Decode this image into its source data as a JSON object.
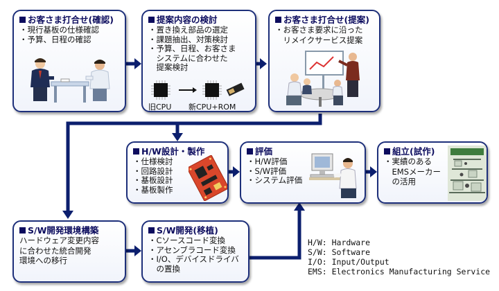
{
  "steps": {
    "confirm": {
      "title": "お客さま打合せ(確認)",
      "items": [
        "・現行基板の仕様確認",
        "・予算、日程の確認"
      ]
    },
    "review": {
      "title": "提案内容の検討",
      "items": [
        "・置き換え部品の選定",
        "・課題抽出、対策検討",
        "・予算、日程、お客さま",
        "　システムに合わせた",
        "　提案検討"
      ],
      "old_cpu": "旧CPU",
      "new_cpu": "新CPU+ROM"
    },
    "proposal": {
      "title": "お客さま打合せ(提案)",
      "lines": [
        "・お客さま要求に沿った",
        "　リメイクサービス提案"
      ]
    },
    "hw": {
      "title": "H/W設計・製作",
      "items": [
        "・仕様検討",
        "・回路設計",
        "・基板設計",
        "・基板製作"
      ]
    },
    "eval": {
      "title": "評価",
      "items": [
        "・H/W評価",
        "・S/W評価",
        "・システム評価"
      ]
    },
    "assembly": {
      "title": "組立(試作)",
      "lines": [
        "・実績のある",
        "　EMSメーカー",
        "　の活用"
      ]
    },
    "swenv": {
      "title": "S/W開発環境構築",
      "lines": [
        "ハードウェア変更内容",
        "に合わせた統合開発",
        "環境への移行"
      ]
    },
    "swdev": {
      "title": "S/W開発(移植)",
      "items": [
        "・Cソースコード変換",
        "・アセンブラコード変換",
        "・I/O、デバイスドライバ",
        "　の置換"
      ]
    }
  },
  "legend": [
    "H/W: Hardware",
    "S/W: Software",
    "I/O: Input/Output",
    "EMS: Electronics Manufacturing Service"
  ],
  "colors": {
    "border": "#1d2f7a",
    "arrow": "#0c1f6e",
    "title": "#0c0c5e"
  }
}
